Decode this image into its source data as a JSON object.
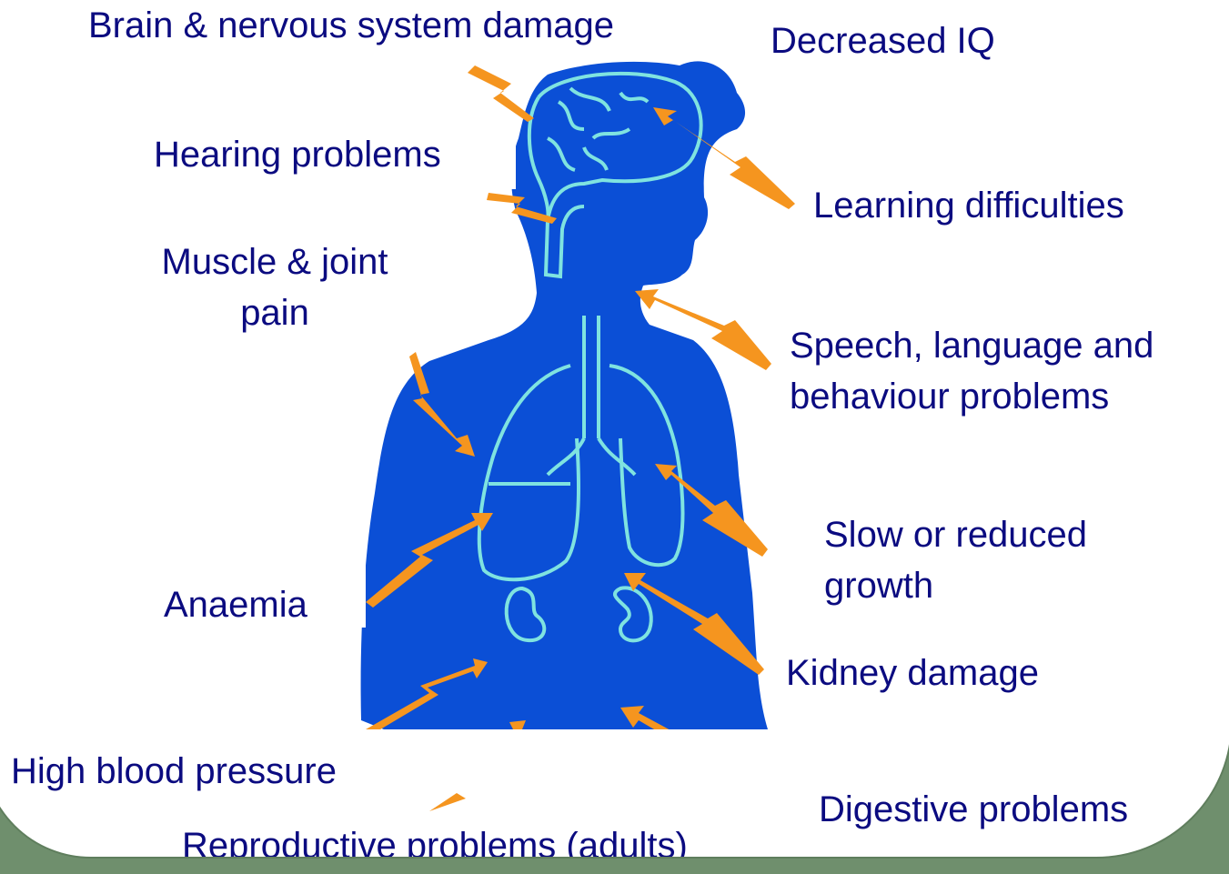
{
  "colors": {
    "body": "#0b4fd6",
    "organ_outline": "#7fe3e0",
    "arrow": "#f5951f",
    "label_text": "#0b0b80",
    "background": "#ffffff",
    "border": "#6f8f6d"
  },
  "labels": {
    "brain": "Brain & nervous system damage",
    "iq": "Decreased IQ",
    "hearing": "Hearing problems",
    "learning": "Learning difficulties",
    "muscle_line1": "Muscle & joint",
    "muscle_line2": "pain",
    "speech_line1": "Speech, language and",
    "speech_line2": "behaviour problems",
    "growth_line1": "Slow or reduced",
    "growth_line2": "growth",
    "anaemia": "Anaemia",
    "kidney": "Kidney damage",
    "blood_pressure": "High blood pressure",
    "digestive": "Digestive problems",
    "reproductive": "Reproductive problems (adults)"
  }
}
